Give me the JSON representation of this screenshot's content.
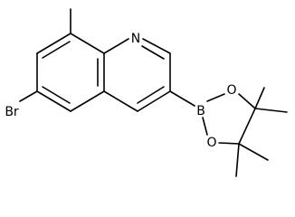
{
  "atoms": {
    "nitrogen": "N",
    "boron": "B",
    "oxygen_upper": "O",
    "oxygen_lower": "O",
    "bromine": "Br"
  },
  "colors": {
    "bond": "#000000",
    "label": "#000000",
    "background": "#ffffff"
  }
}
